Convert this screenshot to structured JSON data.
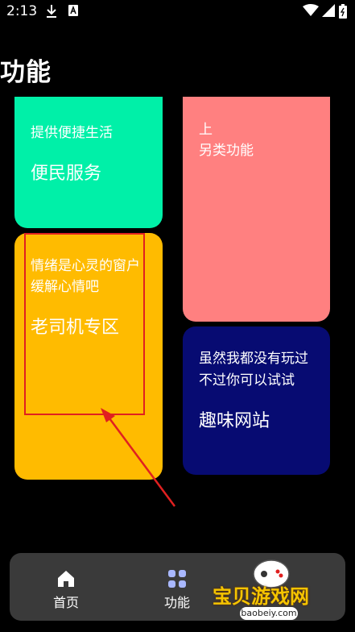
{
  "status": {
    "time": "2:13"
  },
  "page": {
    "title": "功能"
  },
  "cards": {
    "green": {
      "line1": "提供便捷生活",
      "title": "便民服务",
      "color": "#00f0a8"
    },
    "pink": {
      "line1": "上",
      "line2": "另类功能",
      "color": "#ff8080"
    },
    "orange": {
      "line1": "情绪是心灵的窗户",
      "line2": "缓解心情吧",
      "title": "老司机专区",
      "color": "#ffbb00"
    },
    "navy": {
      "line1": "虽然我都没有玩过",
      "line2": "不过你可以试试",
      "title": "趣味网站",
      "color": "#070b72"
    }
  },
  "nav": {
    "items": [
      {
        "label": "首页",
        "icon": "home-icon"
      },
      {
        "label": "功能",
        "icon": "grid-icon"
      }
    ]
  },
  "watermark": {
    "text": "宝贝游戏网",
    "url": "baobeiy.com"
  },
  "annotation": {
    "color": "#e02020"
  }
}
